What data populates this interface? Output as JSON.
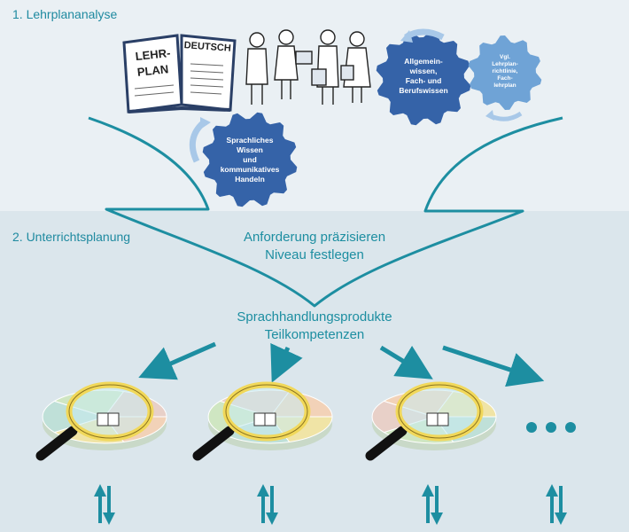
{
  "sections": {
    "step1": "1. Lehrplananalyse",
    "step2": "2. Unterrichtsplanung"
  },
  "book": {
    "left_page_lines": [
      "LEHR-",
      "PLAN"
    ],
    "right_page_word": "DEUTSCH"
  },
  "gears": {
    "left": [
      "Sprachliches",
      "Wissen",
      "und",
      "kommunikatives",
      "Handeln"
    ],
    "middle": [
      "Allgemein-",
      "wissen,",
      "Fach- und",
      "Berufswissen"
    ],
    "right": [
      "Vgl.",
      "Lehrplan-",
      "richtlinie,",
      "Fach-",
      "lehrplan"
    ]
  },
  "captions": {
    "funnel_line1": "Anforderung präzisieren",
    "funnel_line2": "Niveau festlegen",
    "products_line1": "Sprachhandlungsprodukte",
    "products_line2": "Teilkompetenzen"
  },
  "more_indicator": "• • •",
  "colors": {
    "teal": "#1d8ea1",
    "gear_dark": "#3563a8",
    "gear_light": "#6fa3d6",
    "magnifier_yellow": "#f1d85a"
  }
}
